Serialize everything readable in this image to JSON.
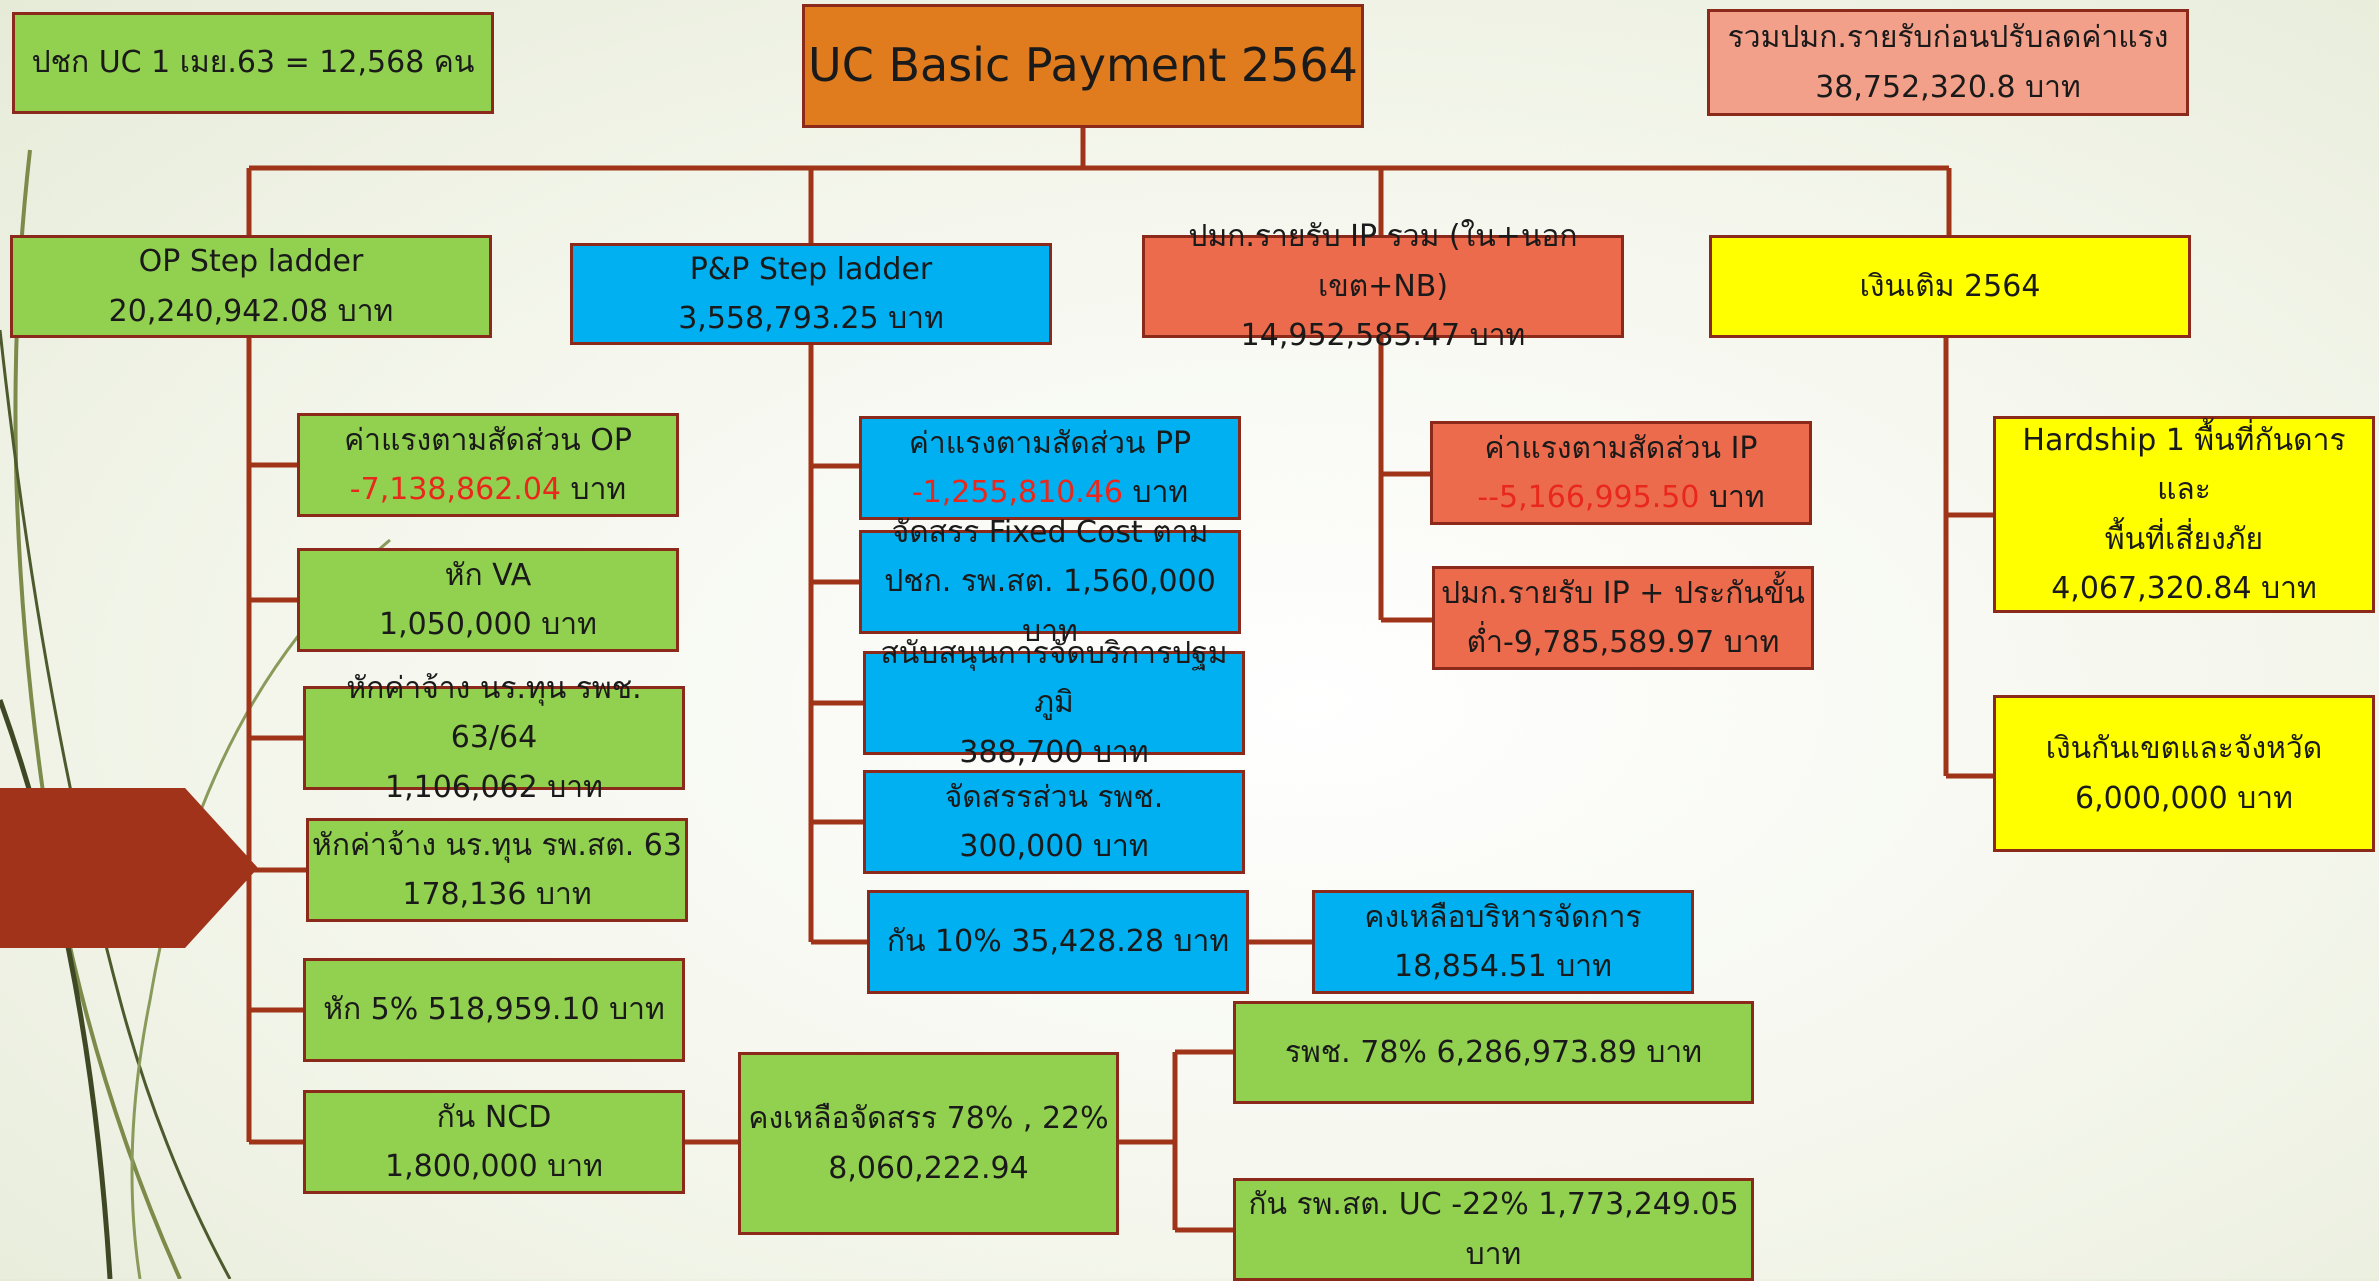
{
  "title": "UC Basic Payment 2564",
  "population": "ปชก UC   1 เมย.63 = 12,568 คน",
  "total_before": {
    "line1": "รวมปมก.รายรับก่อนปรับลดค่าแรง",
    "line2": "38,752,320.8 บาท"
  },
  "op": {
    "head": {
      "line1": "OP Step ladder",
      "line2": "20,240,942.08 บาท"
    },
    "labor": {
      "line1": "ค่าแรงตามสัดส่วน OP",
      "neg": "-7,138,862.04",
      "unit": " บาท"
    },
    "va": {
      "line1": "หัก VA",
      "line2": "1,050,000 บาท"
    },
    "hire_hosp": {
      "line1": "หักค่าจ้าง นร.ทุน รพช. 63/64",
      "line2": "1,106,062 บาท"
    },
    "hire_sub": {
      "line1": "หักค่าจ้าง นร.ทุน รพ.สต. 63",
      "line2": "178,136 บาท"
    },
    "five_pct": {
      "line1": "หัก 5% 518,959.10 บาท"
    },
    "ncd": {
      "line1": "กัน NCD",
      "line2": "1,800,000 บาท"
    },
    "remain": {
      "line1": "คงเหลือจัดสรร 78% , 22%",
      "line2": "8,060,222.94"
    },
    "hosp78": {
      "line1": "รพช. 78%  6,286,973.89 บาท"
    },
    "sub22": {
      "line1": "กัน รพ.สต. UC -22% 1,773,249.05 บาท"
    }
  },
  "pp": {
    "head": {
      "line1": "P&P  Step ladder",
      "line2": "3,558,793.25 บาท"
    },
    "labor": {
      "line1": "ค่าแรงตามสัดส่วน PP",
      "neg": "-1,255,810.46",
      "unit": " บาท"
    },
    "fixed": {
      "line1": "จัดสรร Fixed Cost ตาม",
      "line2": "ปชก. รพ.สต. 1,560,000 บาท"
    },
    "primary": {
      "line1": "สนับสนุนการจัดบริการปฐมภูมิ",
      "line2": "388,700 บาท"
    },
    "hosp_share": {
      "line1": "จัดสรรส่วน รพช.",
      "line2": "300,000 บาท"
    },
    "reserve10": {
      "line1": "กัน 10% 35,428.28 บาท"
    },
    "remain_admin": {
      "line1": "คงเหลือบริหารจัดการ",
      "line2": "18,854.51 บาท"
    }
  },
  "ip": {
    "head": {
      "line1": "ปมก.รายรับ IP รวม (ใน+นอกเขต+NB)",
      "line2": "14,952,585.47 บาท"
    },
    "labor": {
      "line1": "ค่าแรงตามสัดส่วน IP",
      "neg": "--5,166,995.50",
      "unit": " บาท"
    },
    "guarantee": {
      "line1": "ปมก.รายรับ IP + ประกันขั้น",
      "line2": "ต่ำ-9,785,589.97 บาท"
    }
  },
  "extra": {
    "head": {
      "line1": "เงินเติม 2564"
    },
    "hardship": {
      "line1": "Hardship 1  พื้นที่กันดารและ",
      "line2": "พื้นที่เสี่ยงภัย",
      "line3": "4,067,320.84 บาท"
    },
    "reserve": {
      "line1": "เงินกันเขตและจังหวัด",
      "line2": "6,000,000 บาท"
    }
  },
  "colors": {
    "line": "#a03418",
    "green": "#92d050",
    "blue": "#00b0f0",
    "red": "#ed6b4d",
    "yellow": "#ffff00",
    "orange": "#e07b1e",
    "negative": "#e8281c"
  }
}
